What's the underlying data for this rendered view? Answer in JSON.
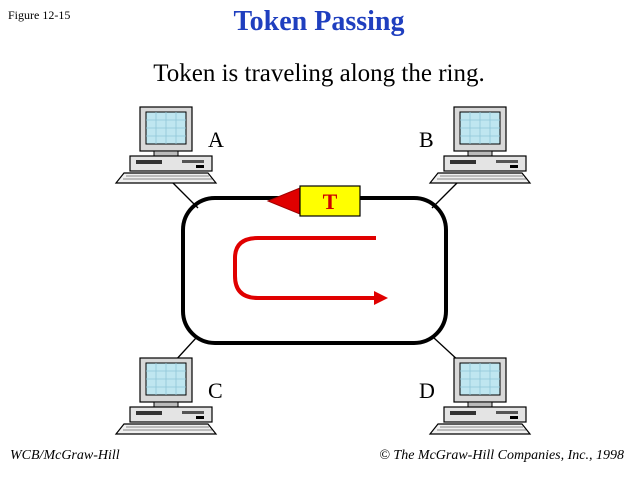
{
  "figure_label": "Figure 12-15",
  "title": "Token Passing",
  "subtitle": "Token is traveling along the ring.",
  "stations": {
    "a": "A",
    "b": "B",
    "c": "C",
    "d": "D"
  },
  "token": {
    "label": "T",
    "fill_color": "#ffff00",
    "arrow_color": "#e00000"
  },
  "flow_arrow_color": "#e00000",
  "footer": {
    "left": "WCB/McGraw-Hill",
    "right": "© The McGraw-Hill Companies, Inc., 1998"
  },
  "colors": {
    "title": "#1f3fbf",
    "monitor_screen": "#bfe6f0"
  }
}
